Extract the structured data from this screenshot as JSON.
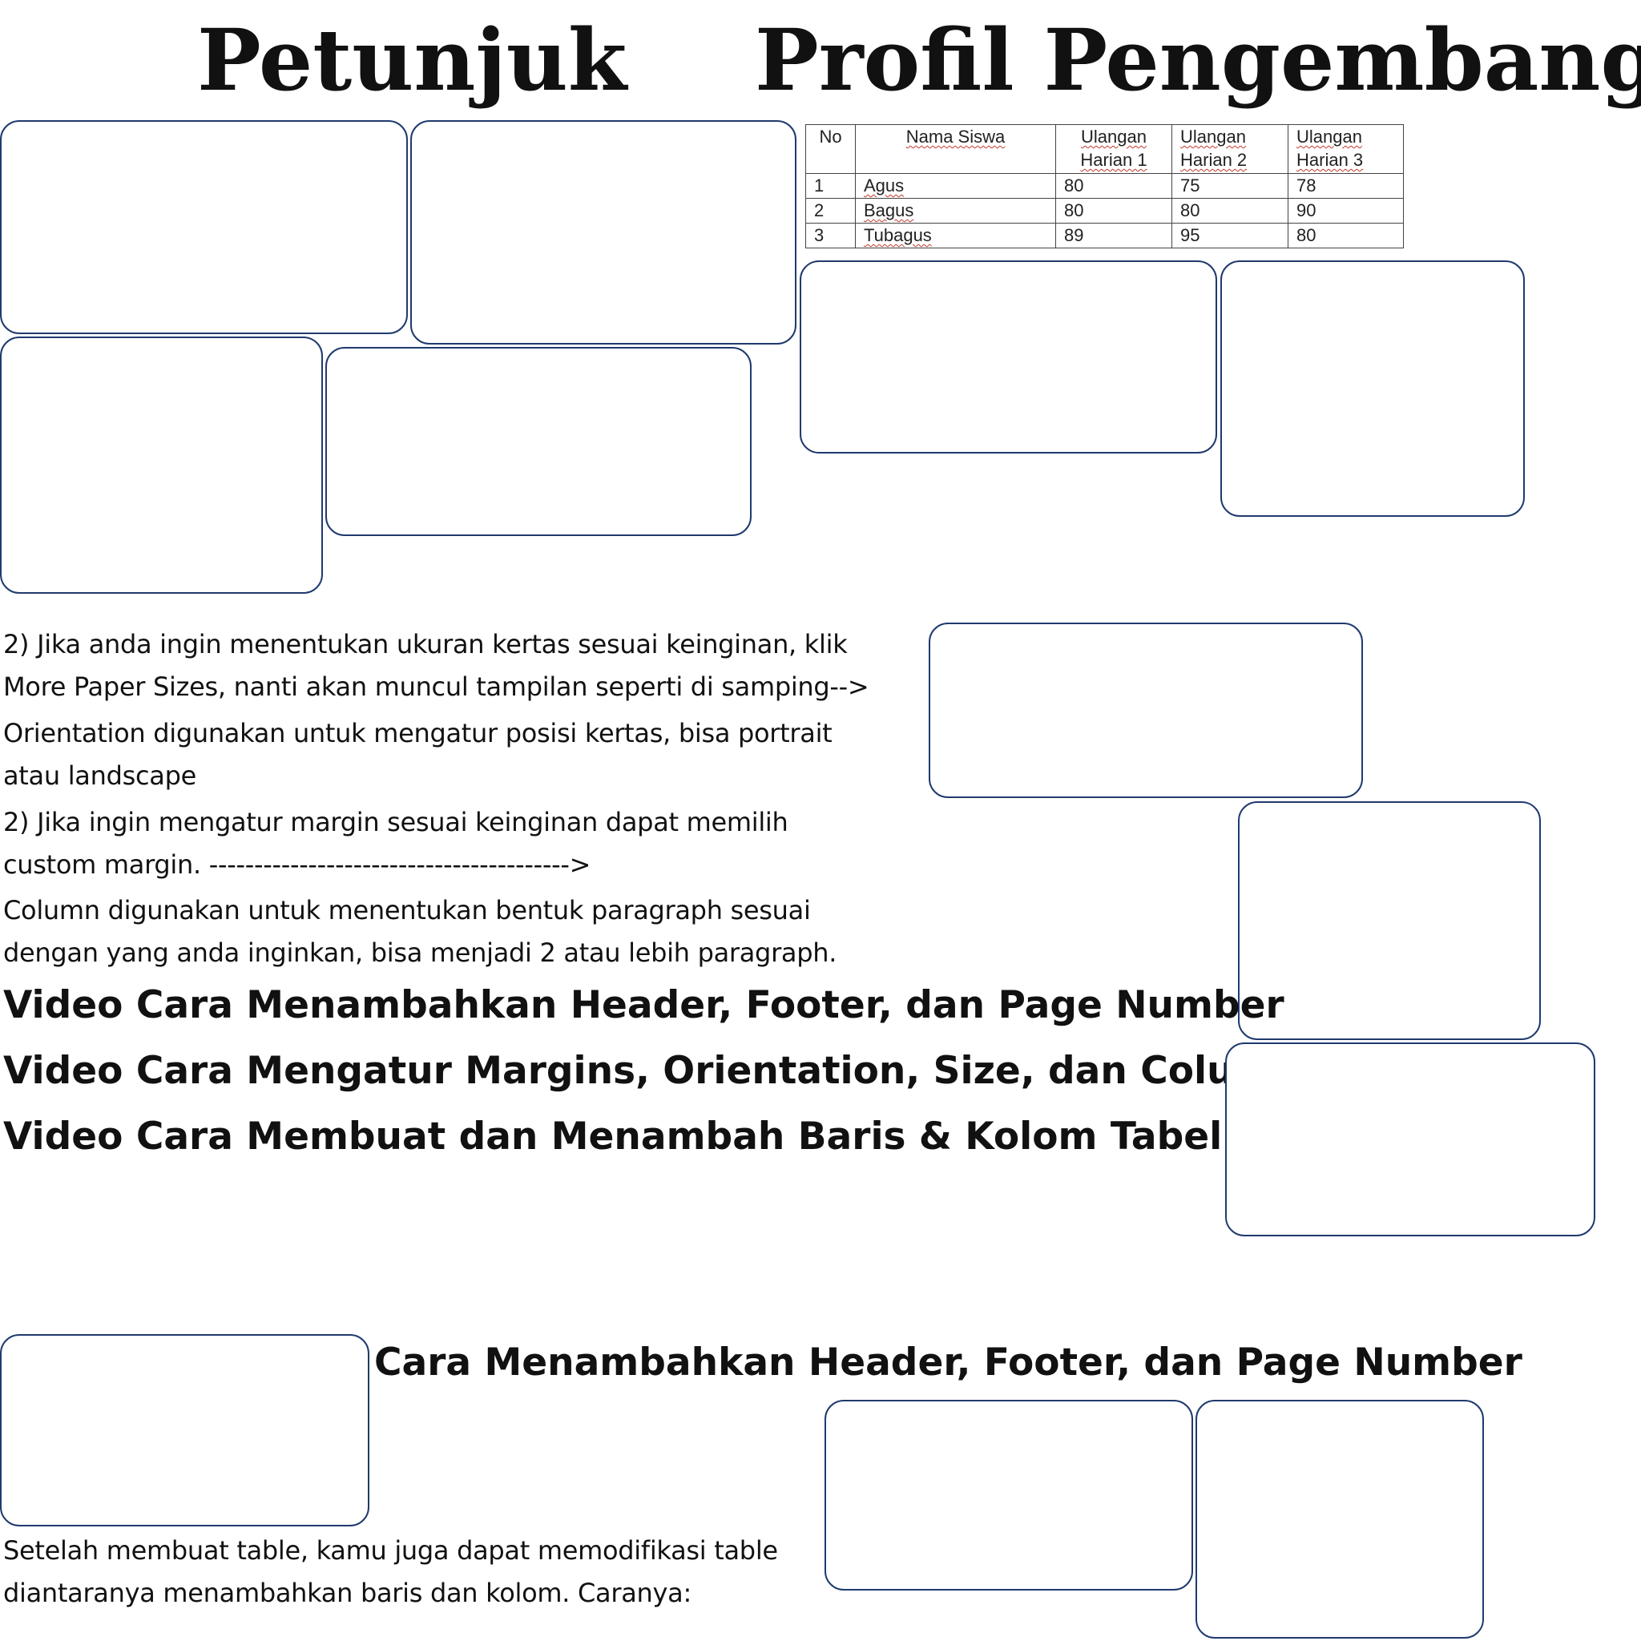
{
  "headings": {
    "petunjuk": "Petunjuk",
    "profil": "Profil Pengembang"
  },
  "grades_table": {
    "headers": [
      "No",
      "Nama Siswa",
      "Ulangan Harian 1",
      "Ulangan Harian 2",
      "Ulangan Harian 3"
    ],
    "header_lines": [
      [
        "No"
      ],
      [
        "Nama Siswa"
      ],
      [
        "Ulangan",
        "Harian 1"
      ],
      [
        "Ulangan",
        "Harian 2"
      ],
      [
        "Ulangan",
        "Harian 3"
      ]
    ],
    "rows": [
      [
        "1",
        "Agus",
        "80",
        "75",
        "78"
      ],
      [
        "2",
        "Bagus",
        "80",
        "80",
        "90"
      ],
      [
        "3",
        "Tubagus",
        "89",
        "95",
        "80"
      ]
    ]
  },
  "paragraphs": {
    "paper_size": [
      "2) Jika anda ingin menentukan ukuran kertas sesuai keinginan, klik",
      "More Paper Sizes, nanti akan muncul tampilan seperti di samping-->"
    ],
    "orientation": [
      "Orientation digunakan untuk mengatur posisi kertas, bisa portrait",
      "atau landscape"
    ],
    "margin": [
      "2) Jika ingin mengatur margin sesuai keinginan dapat memilih",
      "custom margin. ---------------------------------------->"
    ],
    "column": [
      "Column digunakan untuk menentukan bentuk paragraph sesuai",
      "dengan yang anda inginkan, bisa menjadi 2 atau lebih paragraph."
    ],
    "table_modify": [
      "Setelah membuat table, kamu juga dapat memodifikasi table",
      "diantaranya menambahkan baris dan kolom. Caranya:"
    ]
  },
  "video_headings": [
    "Video Cara Menambahkan Header, Footer, dan Page Number",
    "Video Cara Mengatur Margins, Orientation, Size, dan Column",
    "Video Cara Membuat dan Menambah Baris & Kolom Tabel"
  ],
  "section_heading": "Cara Menambahkan Header, Footer, dan Page Number",
  "colors": {
    "frame_border": "#1f3a6e",
    "text": "#111111",
    "spellcheck": "#c0392b"
  }
}
